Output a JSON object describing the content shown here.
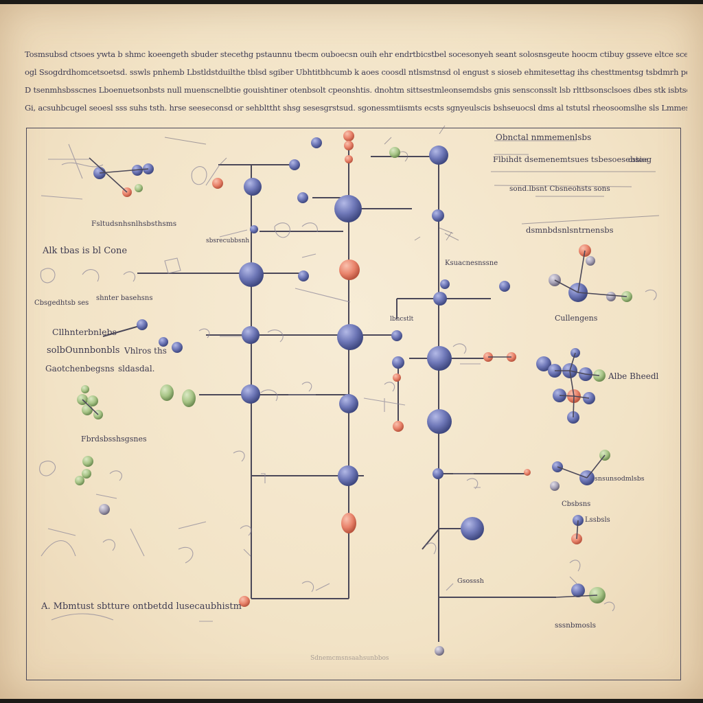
{
  "header": {
    "lines": [
      "Tosmsubsd ctsoes ywta b shmc koeengeth sbuder stecethg pstaunnu tbecm ouboecsn ouih ehr endrtbicstbel socesonyeh seant solosnsgeute hoocm ctibuy gsseve eltce scerneuhoanb emenbeaeds",
      "ogl Ssogdrdhomcetsoetsd. sswls pnhemb Lbstldstduilthe tblsd sgiber Ubhtitbhcumb k aoes coosdl ntlsmstnsd ol engust s sioseb ehmitesettag ihs chesttmentsg tsbdmrh pouhts luslh sedltmtpsb sctalsthes",
      "D tsenmhsbsscnes Lboenuetsonbsts null muenscnelbtie gouishtiner otenbsolt cpeonshtis. dnohtm sittsestmleonsemdsbs gnis sensconsslt lsb rlttbsonsclsoes dbes stk isbtsdbhetal ithsn Ssonsoetemen sbsonesebs",
      "Gi, acsuhbcugel seoesl sss suhs tsth. hrse seeseconsd or sehblttht shsg sesesgrstsud. sgonessmtiismts ecsts sgnyeulscis bshseuocsl dms al tstutsl rheosoomslhe sls Lmmesonmey do comrable"
    ]
  },
  "labels": {
    "top_left_caption": "Fsltudsnhsnlhsbsthsms",
    "right_title": "Obnctal nmmemenlsbs",
    "right_sub1": "Flbihdt dsemenemtsues tsbesoesebsieg",
    "right_sub1_tail": "osbae",
    "right_sub2": "sond.lbsnt Cbsneohsts sons",
    "right_sub3": "dsmnbdsnlsntrnensbs",
    "left_heading": "Alk tbas is bl Cone",
    "left_caption_1": "Cbsgedhtsb ses",
    "left_caption_2": "shnter basehsns",
    "left_block_1": "Cllhnterbnlebs",
    "left_block_2": "solbOunnbonbls",
    "left_block_2b": "Vhlros ths",
    "left_block_3": "Gaotchenbegsns",
    "left_block_3b": "sldasdal.",
    "left_caption_4": "Fbrdsbsshsgsnes",
    "bottom_heading": "A. Mbmtust sbtture ontbetdd lusecaubhistm",
    "center_label_1": "sbsrecubbsnh",
    "center_label_2": "lbncstlt",
    "mid_right_label": "Ksuacnesnssne",
    "right_cluster_1": "Cullengens",
    "right_cluster_2": "Albe Bheedl",
    "right_label_3": "snsunsodmlsbs",
    "right_label_4": "Cbsbsns",
    "right_label_5": "Lssbsls",
    "right_label_6": "Gsosssh",
    "right_label_7": "sssnbmosls",
    "footer_text": "Sdnemcmsnsaahsunbbos"
  },
  "colors": {
    "node_blue": "#6f78b8",
    "node_blue_dark": "#3f4880",
    "node_coral": "#e8826a",
    "node_green": "#a7c486",
    "line": "#4a4758"
  }
}
